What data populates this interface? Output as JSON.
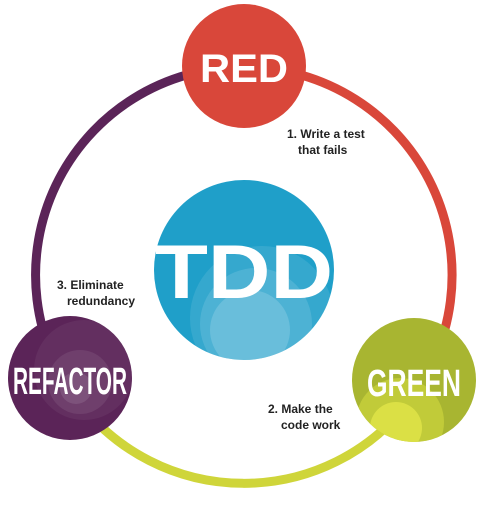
{
  "center": {
    "label": "TDD",
    "color": "#1f9fc9"
  },
  "nodes": [
    {
      "id": "red",
      "label": "RED",
      "color": "#d9473a"
    },
    {
      "id": "green",
      "label": "GREEN",
      "color": "#a8b531"
    },
    {
      "id": "refactor",
      "label": "REFACTOR",
      "color": "#5b2458"
    }
  ],
  "arcs": {
    "red_to_green": "#d9473a",
    "green_to_refactor": "#cfd53a",
    "refactor_to_red": "#5b2458"
  },
  "steps": {
    "step1_line1": "1. Write a test",
    "step1_line2": "that fails",
    "step2_line1": "2. Make the",
    "step2_line2": "code work",
    "step3_line1": "3. Eliminate",
    "step3_line2": "redundancy"
  }
}
